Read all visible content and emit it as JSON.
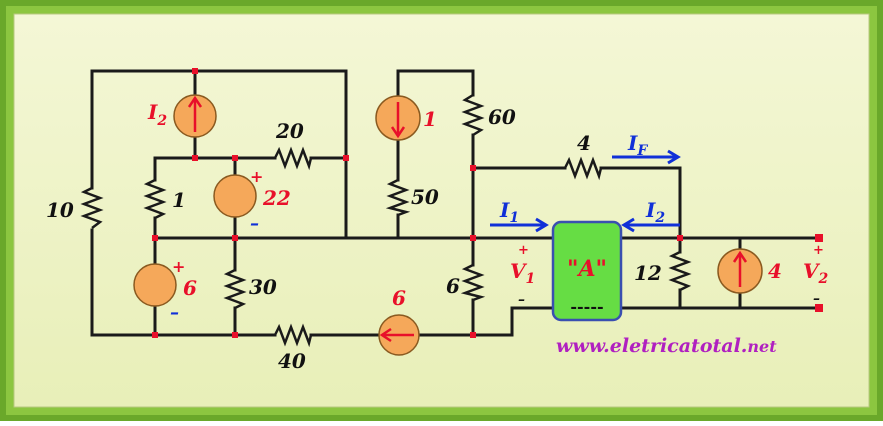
{
  "colors": {
    "frame_outer": "#7ab53a",
    "frame_inner": "#eef3c4",
    "wire": "#1a1a1a",
    "node": "#e8102a",
    "source_fill": "#f5a85a",
    "block_fill": "#66dd44",
    "block_border": "#3a4fb0",
    "red_text": "#e8102a",
    "blue_text": "#1030d8",
    "website_text": "#b020c0"
  },
  "labels": {
    "r10": "10",
    "r1": "1",
    "r20": "20",
    "r30": "30",
    "r40": "40",
    "r50": "50",
    "r60": "60",
    "r6": "6",
    "r4": "4",
    "r12": "12",
    "src_i2_main": "I",
    "src_i2_sub": "2",
    "src_22": "22",
    "src_6_left": "6",
    "src_1": "1",
    "src_6_bottom": "6",
    "src_4": "4",
    "plus": "+",
    "minus": "–",
    "if_main": "I",
    "if_sub": "F",
    "i1_main": "I",
    "i1_sub": "1",
    "i2_main": "I",
    "i2_sub": "2",
    "v1_main": "V",
    "v1_sub": "1",
    "v2_main": "V",
    "v2_sub": "2",
    "block_a": "\"A\"",
    "block_dashes": "-----",
    "website_main": "www.eletricatotal.",
    "website_tld": "net"
  },
  "icons": {
    "current_source": "circle-with-arrow",
    "voltage_source": "circle",
    "resistor": "zigzag"
  }
}
